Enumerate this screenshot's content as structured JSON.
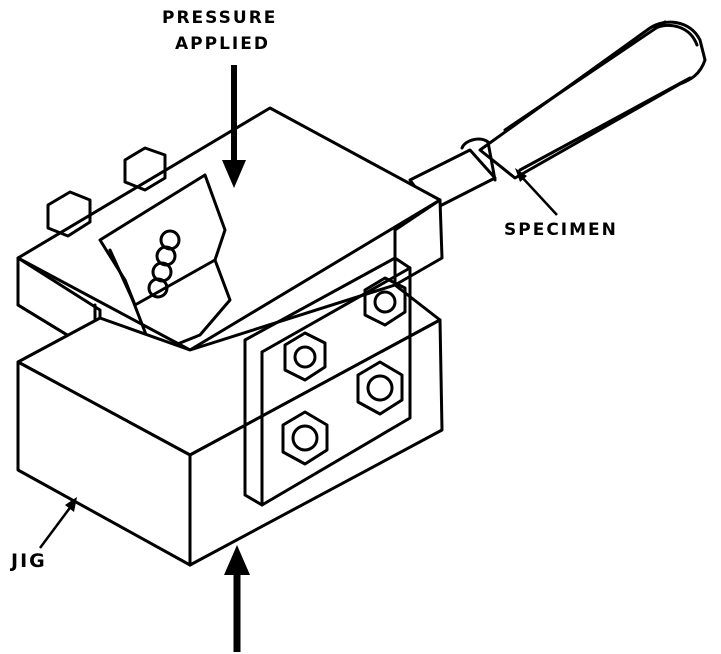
{
  "labels": {
    "pressure_line1": "PRESSURE",
    "pressure_line2": "APPLIED",
    "specimen": "SPECIMEN",
    "jig": "JIG"
  },
  "colors": {
    "ink": "#000000",
    "paper": "#ffffff"
  },
  "icons": {
    "pressure_arrow": "down-arrow",
    "reaction_arrow": "up-arrow",
    "bolts": "hex-bolt"
  }
}
